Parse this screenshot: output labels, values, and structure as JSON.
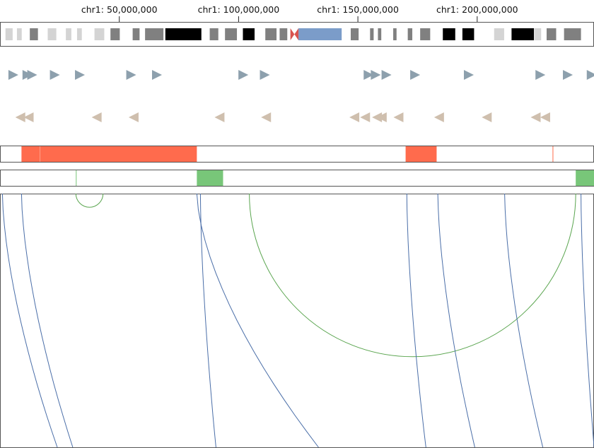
{
  "genome_axis": {
    "chromosome": "chr1",
    "ticks": [
      {
        "position": 50000000,
        "label": "chr1: 50,000,000"
      },
      {
        "position": 100000000,
        "label": "chr1: 100,000,000"
      },
      {
        "position": 150000000,
        "label": "chr1: 150,000,000"
      },
      {
        "position": 200000000,
        "label": "chr1: 200,000,000"
      }
    ],
    "range": [
      0,
      248956422
    ]
  },
  "ideogram": {
    "centromere": [
      121700000,
      125100000
    ],
    "centromere_color": "#d9534f",
    "heterochromatin": [
      125100000,
      143200000
    ],
    "heterochromatin_color": "#7b9cc9",
    "bands": [
      {
        "start": 2300000,
        "end": 5300000,
        "stain": "gpos25"
      },
      {
        "start": 7100000,
        "end": 9100000,
        "stain": "gpos25"
      },
      {
        "start": 12500000,
        "end": 15900000,
        "stain": "gpos50"
      },
      {
        "start": 20000000,
        "end": 23600000,
        "stain": "gpos25"
      },
      {
        "start": 27600000,
        "end": 29900000,
        "stain": "gpos25"
      },
      {
        "start": 32300000,
        "end": 34300000,
        "stain": "gpos25"
      },
      {
        "start": 39600000,
        "end": 43700000,
        "stain": "gpos25"
      },
      {
        "start": 46300000,
        "end": 50200000,
        "stain": "gpos50"
      },
      {
        "start": 55600000,
        "end": 58500000,
        "stain": "gpos50"
      },
      {
        "start": 60800000,
        "end": 68500000,
        "stain": "gpos50"
      },
      {
        "start": 69300000,
        "end": 84400000,
        "stain": "gpos100"
      },
      {
        "start": 87900000,
        "end": 91500000,
        "stain": "gpos50"
      },
      {
        "start": 94300000,
        "end": 99300000,
        "stain": "gpos50"
      },
      {
        "start": 101800000,
        "end": 106700000,
        "stain": "gpos100"
      },
      {
        "start": 111200000,
        "end": 115900000,
        "stain": "gpos50"
      },
      {
        "start": 117200000,
        "end": 120400000,
        "stain": "gpos50"
      },
      {
        "start": 147000000,
        "end": 150300000,
        "stain": "gpos50"
      },
      {
        "start": 155100000,
        "end": 156600000,
        "stain": "gpos50"
      },
      {
        "start": 158400000,
        "end": 159800000,
        "stain": "gpos50"
      },
      {
        "start": 164800000,
        "end": 166200000,
        "stain": "gpos50"
      },
      {
        "start": 170900000,
        "end": 172800000,
        "stain": "gpos50"
      },
      {
        "start": 176100000,
        "end": 180300000,
        "stain": "gpos50"
      },
      {
        "start": 185600000,
        "end": 190800000,
        "stain": "gpos100"
      },
      {
        "start": 193800000,
        "end": 198700000,
        "stain": "gpos100"
      },
      {
        "start": 207100000,
        "end": 211300000,
        "stain": "gpos25"
      },
      {
        "start": 214400000,
        "end": 223800000,
        "stain": "gpos100"
      },
      {
        "start": 224100000,
        "end": 226800000,
        "stain": "gpos25"
      },
      {
        "start": 229100000,
        "end": 233100000,
        "stain": "gpos50"
      },
      {
        "start": 236400000,
        "end": 243500000,
        "stain": "gpos50"
      }
    ],
    "stain_colors": {
      "gpos25": "#d4d4d4",
      "gpos50": "#808080",
      "gpos100": "#000000"
    }
  },
  "plus_strand_track": {
    "color": "#8da0ad",
    "positions": [
      5600000,
      11500000,
      13500000,
      23000000,
      33500000,
      55000000,
      65800000,
      102000000,
      111000000,
      154500000,
      157500000,
      162000000,
      174000000,
      196500000,
      226500000,
      238000000,
      248000000
    ]
  },
  "minus_strand_track": {
    "color": "#cfbfae",
    "positions": [
      8500000,
      12000000,
      40500000,
      56000000,
      92000000,
      111500000,
      148500000,
      153000000,
      158000000,
      160000000,
      167000000,
      184000000,
      204000000,
      224500000,
      228500000
    ]
  },
  "interval_track_red": {
    "color": "#ff6b4d",
    "intervals": [
      [
        9000000,
        16800000
      ],
      [
        16900000,
        82500000
      ],
      [
        170000000,
        183000000
      ],
      [
        231600000,
        231800000
      ]
    ]
  },
  "interval_track_green": {
    "color": "#78c679",
    "intervals": [
      [
        31800000,
        32000000
      ],
      [
        82500000,
        93500000
      ],
      [
        241300000,
        248956422
      ]
    ]
  },
  "arcs_panel": {
    "arc_color_green": "#5aa54f",
    "line_color_blue": "#4a6ea8",
    "green_arcs": [
      [
        31800000,
        43200000
      ],
      [
        104500000,
        241300000
      ]
    ],
    "blue_links": [
      [
        1000000,
        24000000
      ],
      [
        9000000,
        30500000
      ],
      [
        82500000,
        133500000
      ],
      [
        84000000,
        90500000
      ],
      [
        170500000,
        178500000
      ],
      [
        183500000,
        199000000
      ],
      [
        211500000,
        227500000
      ],
      [
        243500000,
        249000000
      ]
    ]
  }
}
